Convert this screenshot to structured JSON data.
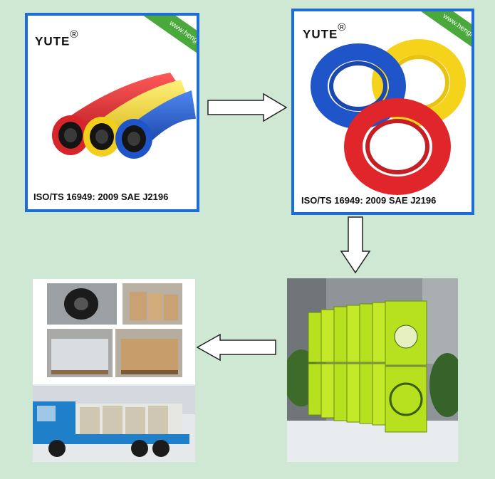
{
  "panel1": {
    "logo": "YUTE",
    "logo_mark": "®",
    "ribbon": "www.henglegu.com",
    "cert": "ISO/TS  16949: 2009    SAE J2196"
  },
  "panel2": {
    "logo": "YUTE",
    "logo_mark": "®",
    "ribbon": "www.henglegu.com",
    "cert": "ISO/TS 16949: 2009   SAE J2196"
  },
  "colors": {
    "background": "#cfe8d4",
    "frame": "#1c6ed6",
    "hose_red": "#e0262b",
    "hose_yellow": "#f5d31a",
    "hose_blue": "#1f55c8",
    "box_green": "#b7e01f"
  },
  "icons": [
    "arrow-right-icon",
    "arrow-down-icon",
    "arrow-left-icon"
  ]
}
